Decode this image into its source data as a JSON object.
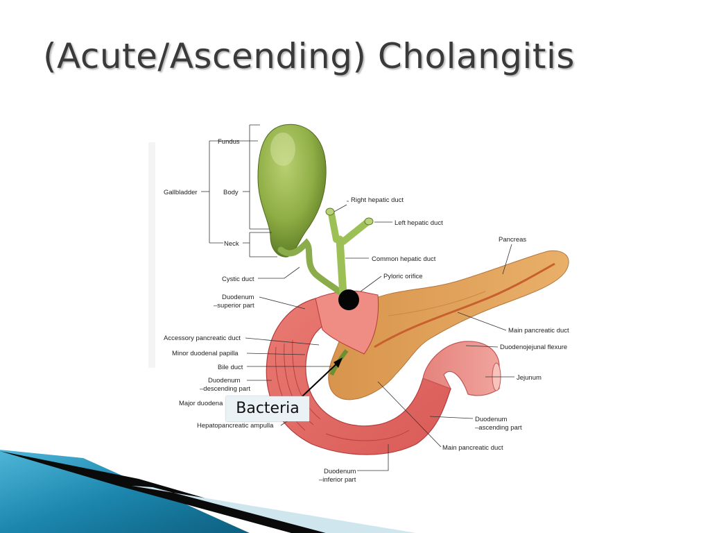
{
  "slide": {
    "title": "(Acute/Ascending) Cholangitis",
    "callout": "Bacteria"
  },
  "labels": {
    "fundus": "Fundus",
    "gallbladder": "Gallbladder",
    "body": "Body",
    "neck": "Neck",
    "cystic_duct": "Cystic duct",
    "duodenum_superior_1": "Duodenum",
    "duodenum_superior_2": "–superior part",
    "accessory_pancreatic_duct": "Accessory pancreatic duct",
    "minor_duodenal_papilla": "Minor duodenal papilla",
    "bile_duct": "Bile duct",
    "duodenum_descending_1": "Duodenum",
    "duodenum_descending_2": "–descending part",
    "major_duodenal_papilla": "Major duodena",
    "hepatopancreatic_ampulla": "Hepatopancreatic ampulla",
    "right_hepatic_duct": "Right hepatic duct",
    "left_hepatic_duct": "Left hepatic duct",
    "common_hepatic_duct": "Common hepatic duct",
    "pyloric_orifice": "Pyloric orifice",
    "pancreas": "Pancreas",
    "main_pancreatic_duct_upper": "Main pancreatic duct",
    "duodenojejunal_flexure": "Duodenojejunal flexure",
    "jejunum": "Jejunum",
    "duodenum_ascending_1": "Duodenum",
    "duodenum_ascending_2": "–ascending part",
    "main_pancreatic_duct_lower": "Main pancreatic duct",
    "duodenum_inferior_1": "Duodenum",
    "duodenum_inferior_2": "–inferior part"
  },
  "colors": {
    "gallbladder": "#8fae45",
    "duct": "#9cbf56",
    "pancreas": "#e0a25a",
    "duodenum": "#e4706a",
    "title": "#3a3a3a",
    "accent_blue": "#2a8fb5"
  }
}
